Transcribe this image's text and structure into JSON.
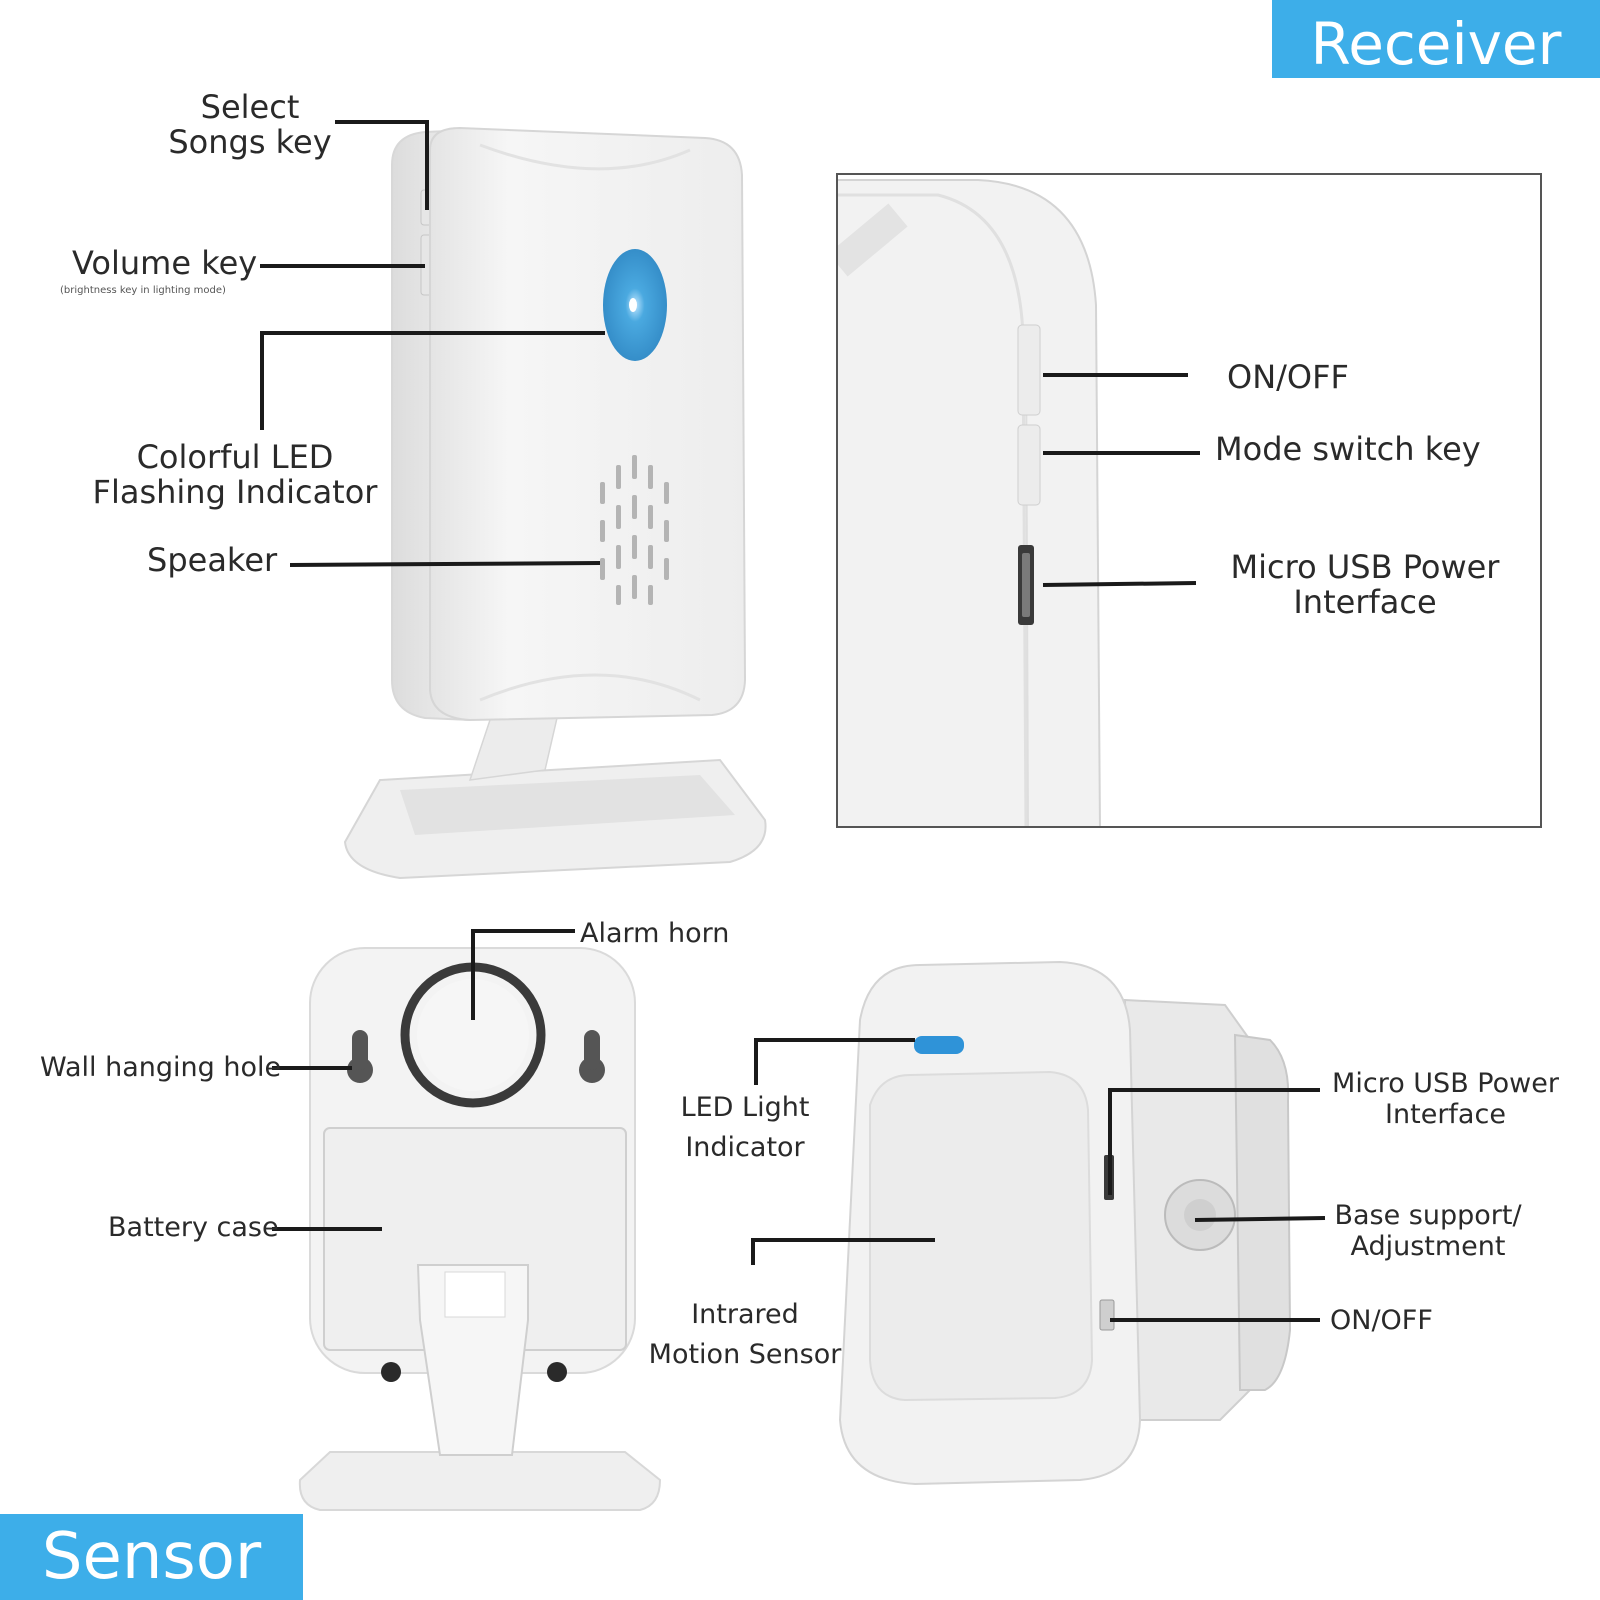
{
  "colors": {
    "banner": "#3daee9",
    "led_blue": "#3a9fd8",
    "device_white": "#f4f4f4",
    "line": "#1a1a1a"
  },
  "receiver_banner": "Receiver",
  "sensor_banner": "Sensor",
  "receiver": {
    "select_songs": [
      "Select",
      "Songs key"
    ],
    "volume_key": "Volume key",
    "volume_note": "(brightness key in lighting mode)",
    "led_indicator": [
      "Colorful LED",
      "Flashing Indicator"
    ],
    "speaker": "Speaker"
  },
  "receiver_side": {
    "on_off": "ON/OFF",
    "mode_switch": "Mode switch key",
    "usb_power": [
      "Micro USB Power",
      "Interface"
    ]
  },
  "sensor_back": {
    "alarm_horn": "Alarm horn",
    "wall_hole": "Wall hanging hole",
    "battery_case": "Battery case"
  },
  "sensor_front": {
    "led_light": [
      "LED Light",
      "Indicator"
    ],
    "motion_sensor": [
      "Intrared",
      "Motion Sensor"
    ],
    "usb_power": [
      "Micro USB Power",
      "Interface"
    ],
    "base_support": [
      "Base support/",
      "Adjustment"
    ],
    "on_off": "ON/OFF"
  }
}
